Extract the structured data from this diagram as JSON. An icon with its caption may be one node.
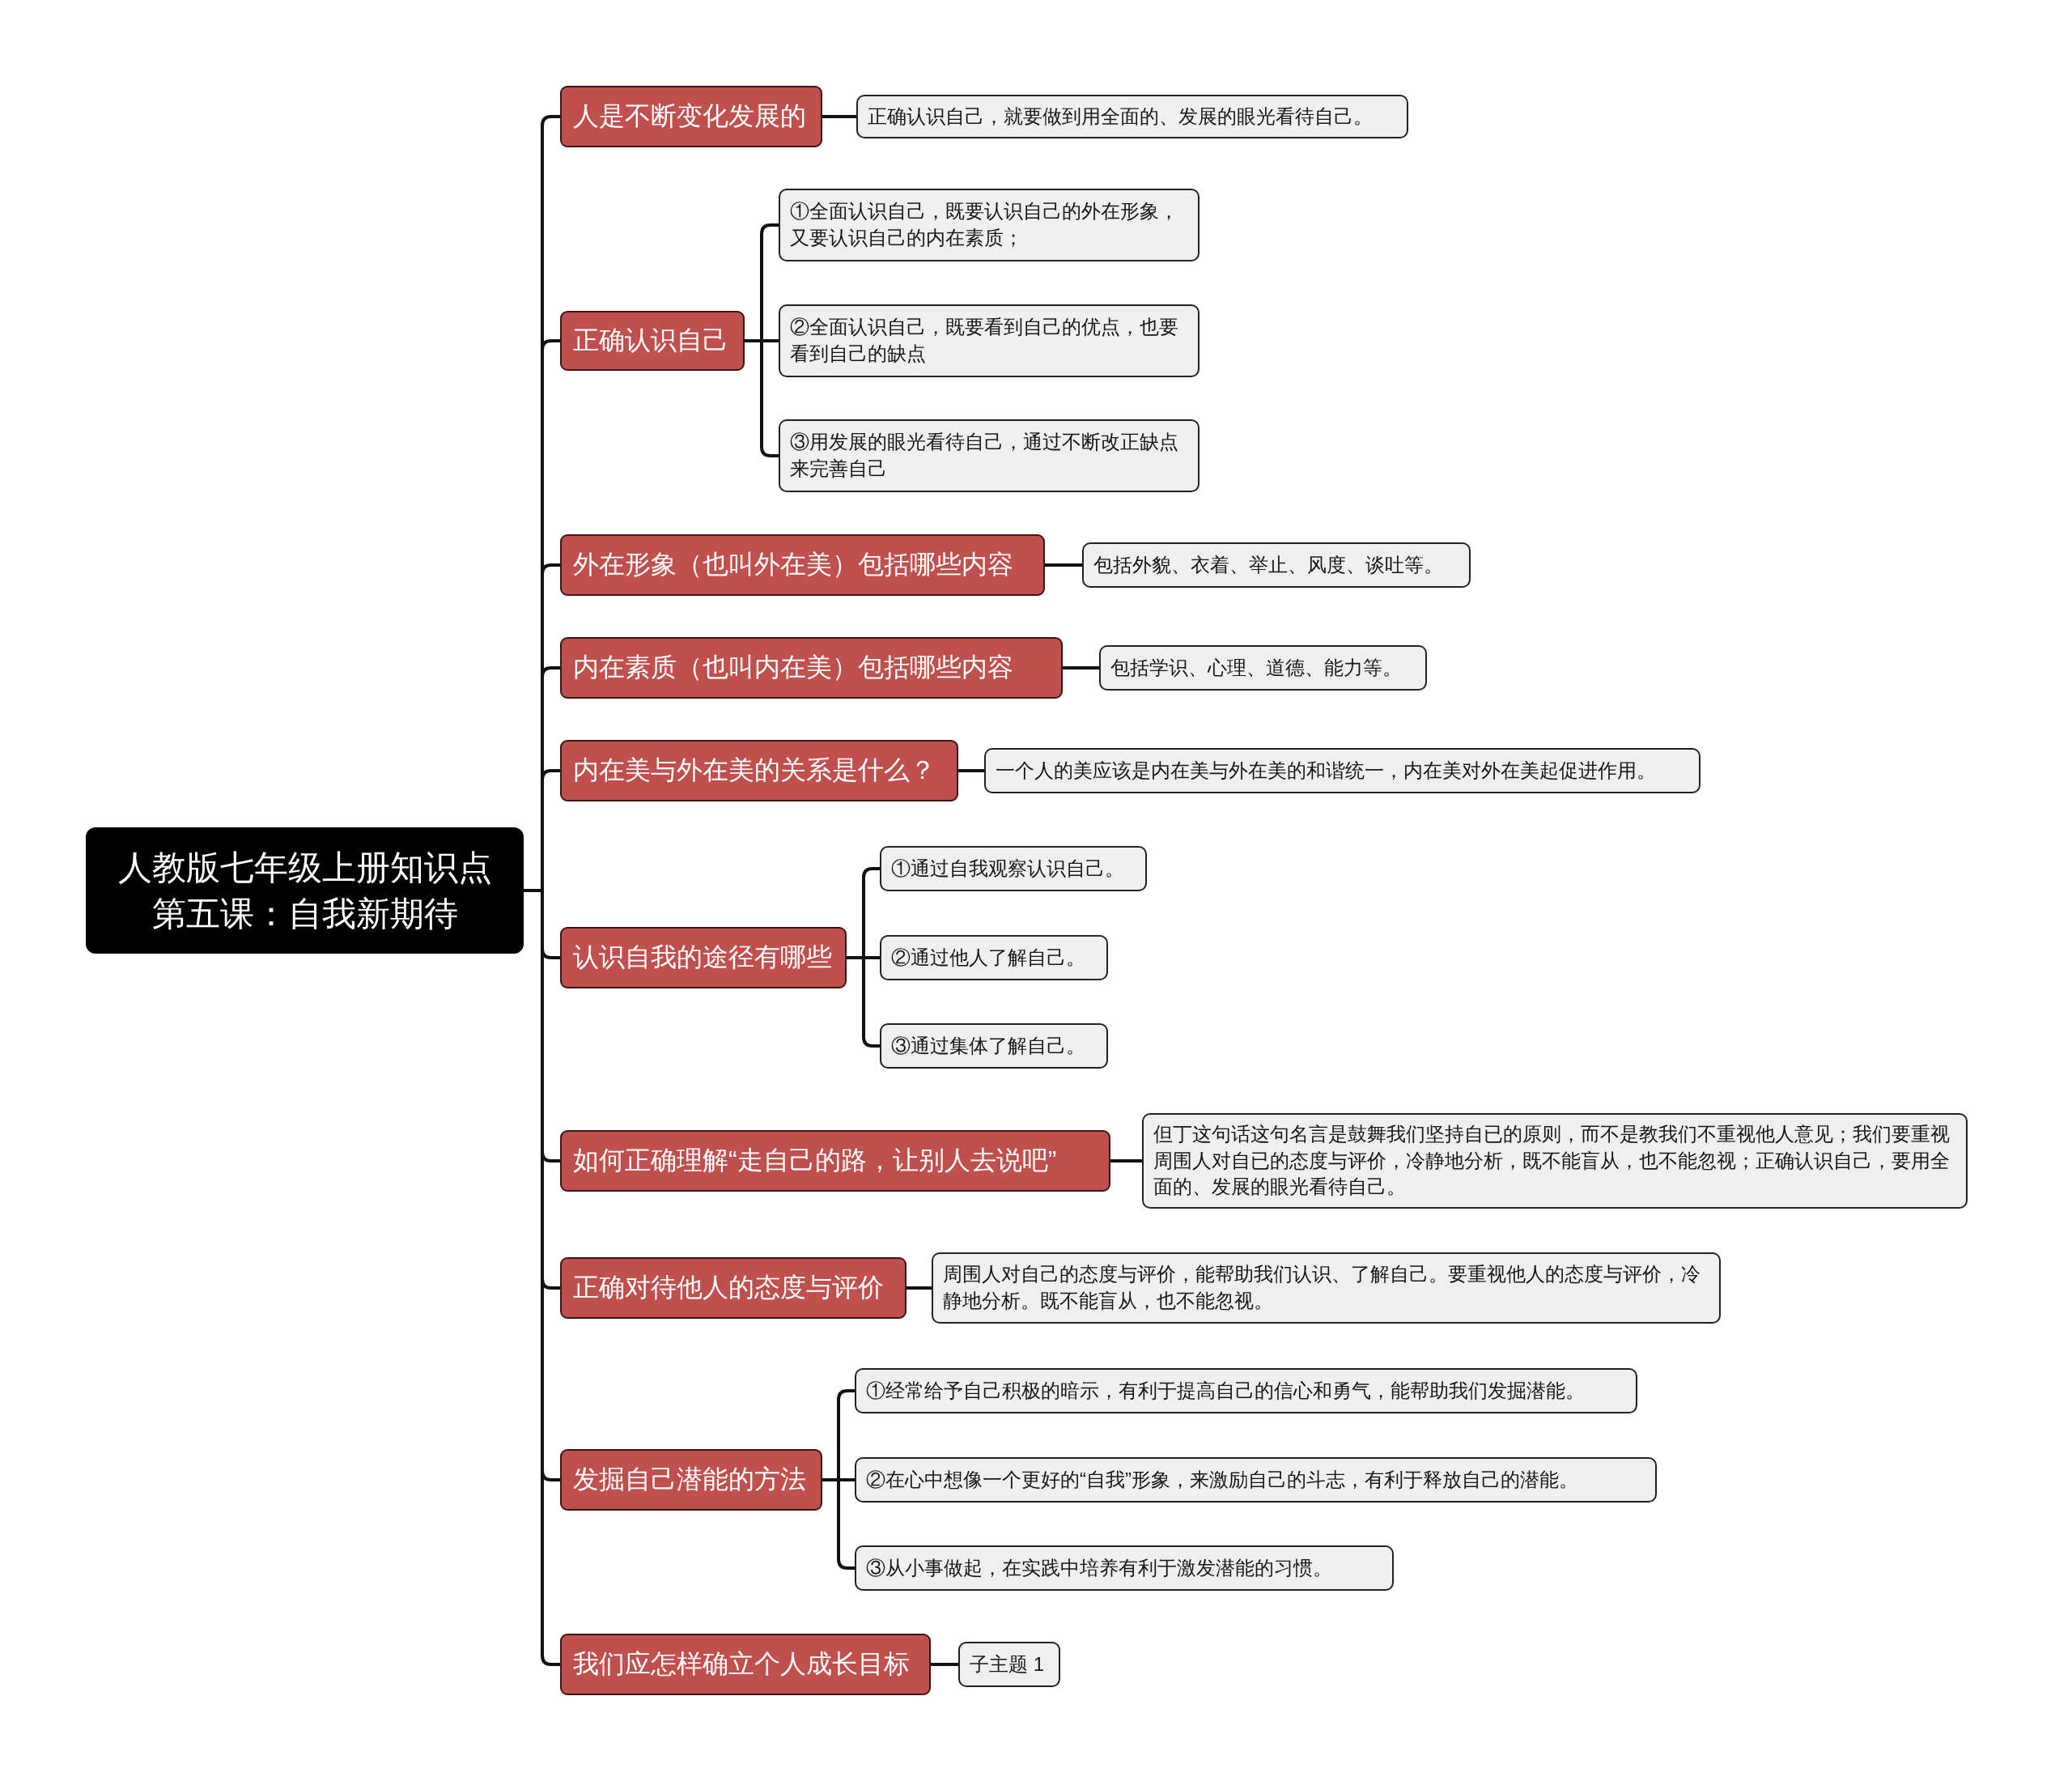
{
  "diagram": {
    "nodes": [
      {
        "text": [
          "人教版七年级上册知识点",
          "第五课：自我新期待"
        ]
      },
      {
        "text": [
          "人是不断变化发展的"
        ]
      },
      {
        "text": [
          "正确认识自己，就要做到用全面的、发展的眼光看待自己。"
        ]
      },
      {
        "text": [
          "正确认识自己"
        ]
      },
      {
        "text": [
          "①全面认识自己，既要认识自己的外在形象，又要认识自己的内在素质；"
        ]
      },
      {
        "text": [
          "②全面认识自己，既要看到自己的优点，也要看到自己的缺点"
        ]
      },
      {
        "text": [
          "③用发展的眼光看待自己，通过不断改正缺点来完善自己"
        ]
      },
      {
        "text": [
          "外在形象（也叫外在美）包括哪些内容"
        ]
      },
      {
        "text": [
          "包括外貌、衣着、举止、风度、谈吐等。"
        ]
      },
      {
        "text": [
          "内在素质（也叫内在美）包括哪些内容"
        ]
      },
      {
        "text": [
          "包括学识、心理、道德、能力等。"
        ]
      },
      {
        "text": [
          "内在美与外在美的关系是什么？"
        ]
      },
      {
        "text": [
          "一个人的美应该是内在美与外在美的和谐统一，内在美对外在美起促进作用。"
        ]
      },
      {
        "text": [
          "认识自我的途径有哪些"
        ]
      },
      {
        "text": [
          "①通过自我观察认识自己。"
        ]
      },
      {
        "text": [
          "②通过他人了解自己。"
        ]
      },
      {
        "text": [
          "③通过集体了解自己。"
        ]
      },
      {
        "text": [
          "如何正确理解“走自己的路，让别人去说吧”"
        ]
      },
      {
        "text": [
          "但丁这句话这句名言是鼓舞我们坚持自已的原则，而不是教我们不重视他人意见；我们要重视周围人对自已的态度与评价，冷静地分析，既不能盲从，也不能忽视；正确认识自己，要用全面的、发展的眼光看待自己。"
        ]
      },
      {
        "text": [
          "正确对待他人的态度与评价"
        ]
      },
      {
        "text": [
          "周围人对自己的态度与评价，能帮助我们认识、了解自己。要重视他人的态度与评价，冷静地分析。既不能盲从，也不能忽视。"
        ]
      },
      {
        "text": [
          "发掘自己潜能的方法"
        ]
      },
      {
        "text": [
          "①经常给予自己积极的暗示，有利于提高自己的信心和勇气，能帮助我们发掘潜能。"
        ]
      },
      {
        "text": [
          "②在心中想像一个更好的“自我”形象，来激励自己的斗志，有利于释放自己的潜能。"
        ]
      },
      {
        "text": [
          "③从小事做起，在实践中培养有利于激发潜能的习惯。"
        ]
      },
      {
        "text": [
          "我们应怎样确立个人成长目标"
        ]
      },
      {
        "text": [
          "子主题 1"
        ]
      }
    ],
    "edges": [
      {
        "from": 0,
        "to": 1,
        "arrow": "none"
      },
      {
        "from": 1,
        "to": 2,
        "arrow": "none"
      },
      {
        "from": 0,
        "to": 3,
        "arrow": "none"
      },
      {
        "from": 3,
        "to": 4,
        "arrow": "none"
      },
      {
        "from": 3,
        "to": 5,
        "arrow": "none"
      },
      {
        "from": 3,
        "to": 6,
        "arrow": "none"
      },
      {
        "from": 0,
        "to": 7,
        "arrow": "none"
      },
      {
        "from": 7,
        "to": 8,
        "arrow": "none"
      },
      {
        "from": 0,
        "to": 9,
        "arrow": "none"
      },
      {
        "from": 9,
        "to": 10,
        "arrow": "none"
      },
      {
        "from": 0,
        "to": 11,
        "arrow": "none"
      },
      {
        "from": 11,
        "to": 12,
        "arrow": "none"
      },
      {
        "from": 0,
        "to": 13,
        "arrow": "none"
      },
      {
        "from": 13,
        "to": 14,
        "arrow": "none"
      },
      {
        "from": 13,
        "to": 15,
        "arrow": "none"
      },
      {
        "from": 13,
        "to": 16,
        "arrow": "none"
      },
      {
        "from": 0,
        "to": 17,
        "arrow": "none"
      },
      {
        "from": 17,
        "to": 18,
        "arrow": "none"
      },
      {
        "from": 0,
        "to": 19,
        "arrow": "none"
      },
      {
        "from": 19,
        "to": 20,
        "arrow": "none"
      },
      {
        "from": 0,
        "to": 21,
        "arrow": "none"
      },
      {
        "from": 21,
        "to": 22,
        "arrow": "none"
      },
      {
        "from": 21,
        "to": 23,
        "arrow": "none"
      },
      {
        "from": 21,
        "to": 24,
        "arrow": "none"
      },
      {
        "from": 0,
        "to": 25,
        "arrow": "none"
      },
      {
        "from": 25,
        "to": 26,
        "arrow": "none"
      }
    ]
  }
}
